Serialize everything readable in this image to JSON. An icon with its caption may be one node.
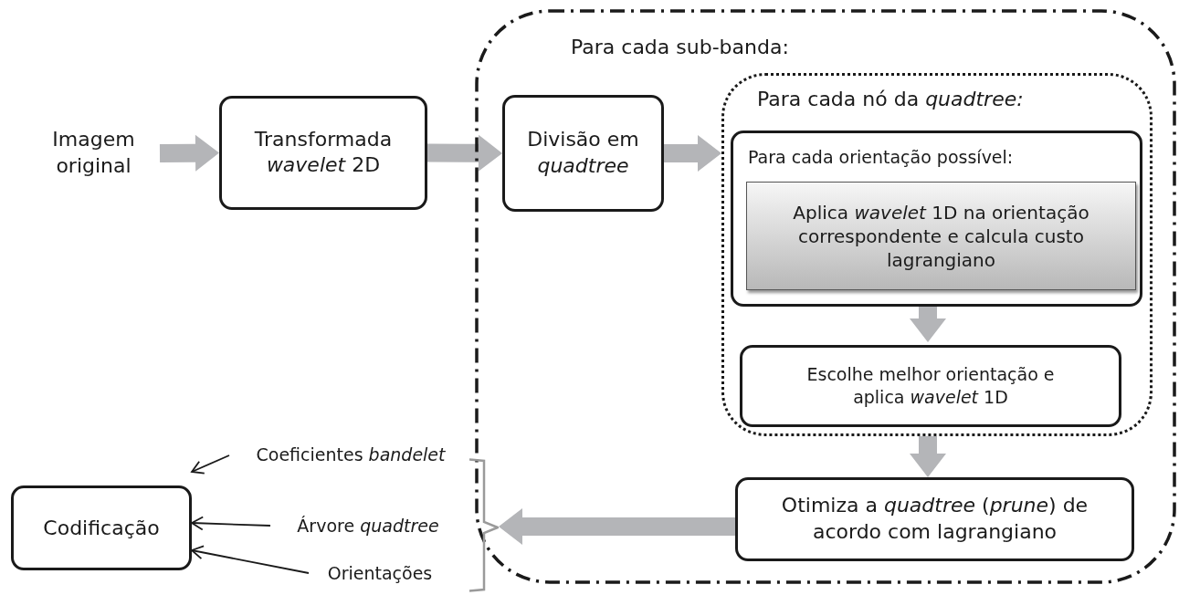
{
  "diagram": {
    "nodes": [
      {
        "text": [
          "Imagem original"
        ]
      },
      {
        "text": [
          "Transformada *wavelet* 2D"
        ]
      },
      {
        "text": [
          "Para cada sub-banda:"
        ]
      },
      {
        "text": [
          "Divisão em *quadtree*"
        ],
        "in": 2
      },
      {
        "text": [
          "Para cada nó da *quadtree:*"
        ],
        "in": 2
      },
      {
        "text": [
          "Para cada orientação possível:"
        ],
        "in": 4
      },
      {
        "text": [
          "Aplica *wavelet* 1D na orientação correspondente e calcula custo lagrangiano"
        ],
        "in": 5
      },
      {
        "text": [
          "Escolhe melhor orientação e aplica *wavelet* 1D"
        ],
        "in": 4
      },
      {
        "text": [
          "Otimiza a *quadtree* (*prune*) de acordo com lagrangiano"
        ],
        "in": 2
      },
      {
        "text": [
          "Codificação"
        ]
      },
      {
        "text": [
          "Coeficientes *bandelet*"
        ]
      },
      {
        "text": [
          "Árvore *quadtree*"
        ]
      },
      {
        "text": [
          "Orientações"
        ]
      },
      {
        "text": [],
        "shape": "bracket"
      }
    ],
    "edges": [
      {
        "from": 0,
        "to": 1,
        "arrow": "to",
        "style": "thick"
      },
      {
        "from": 1,
        "to": 3,
        "arrow": "to",
        "style": "thick"
      },
      {
        "from": 3,
        "to": 4,
        "arrow": "to",
        "style": "thick"
      },
      {
        "from": 5,
        "to": 7,
        "arrow": "to",
        "style": "thick"
      },
      {
        "from": 4,
        "to": 8,
        "arrow": "to",
        "style": "thick"
      },
      {
        "from": 8,
        "to": 13,
        "arrow": "to",
        "style": "thick"
      },
      {
        "from": 10,
        "to": 9,
        "arrow": "to",
        "color": "#1a1a1a"
      },
      {
        "from": 11,
        "to": 9,
        "arrow": "to",
        "color": "#1a1a1a"
      },
      {
        "from": 12,
        "to": 9,
        "arrow": "to",
        "color": "#1a1a1a"
      }
    ]
  }
}
